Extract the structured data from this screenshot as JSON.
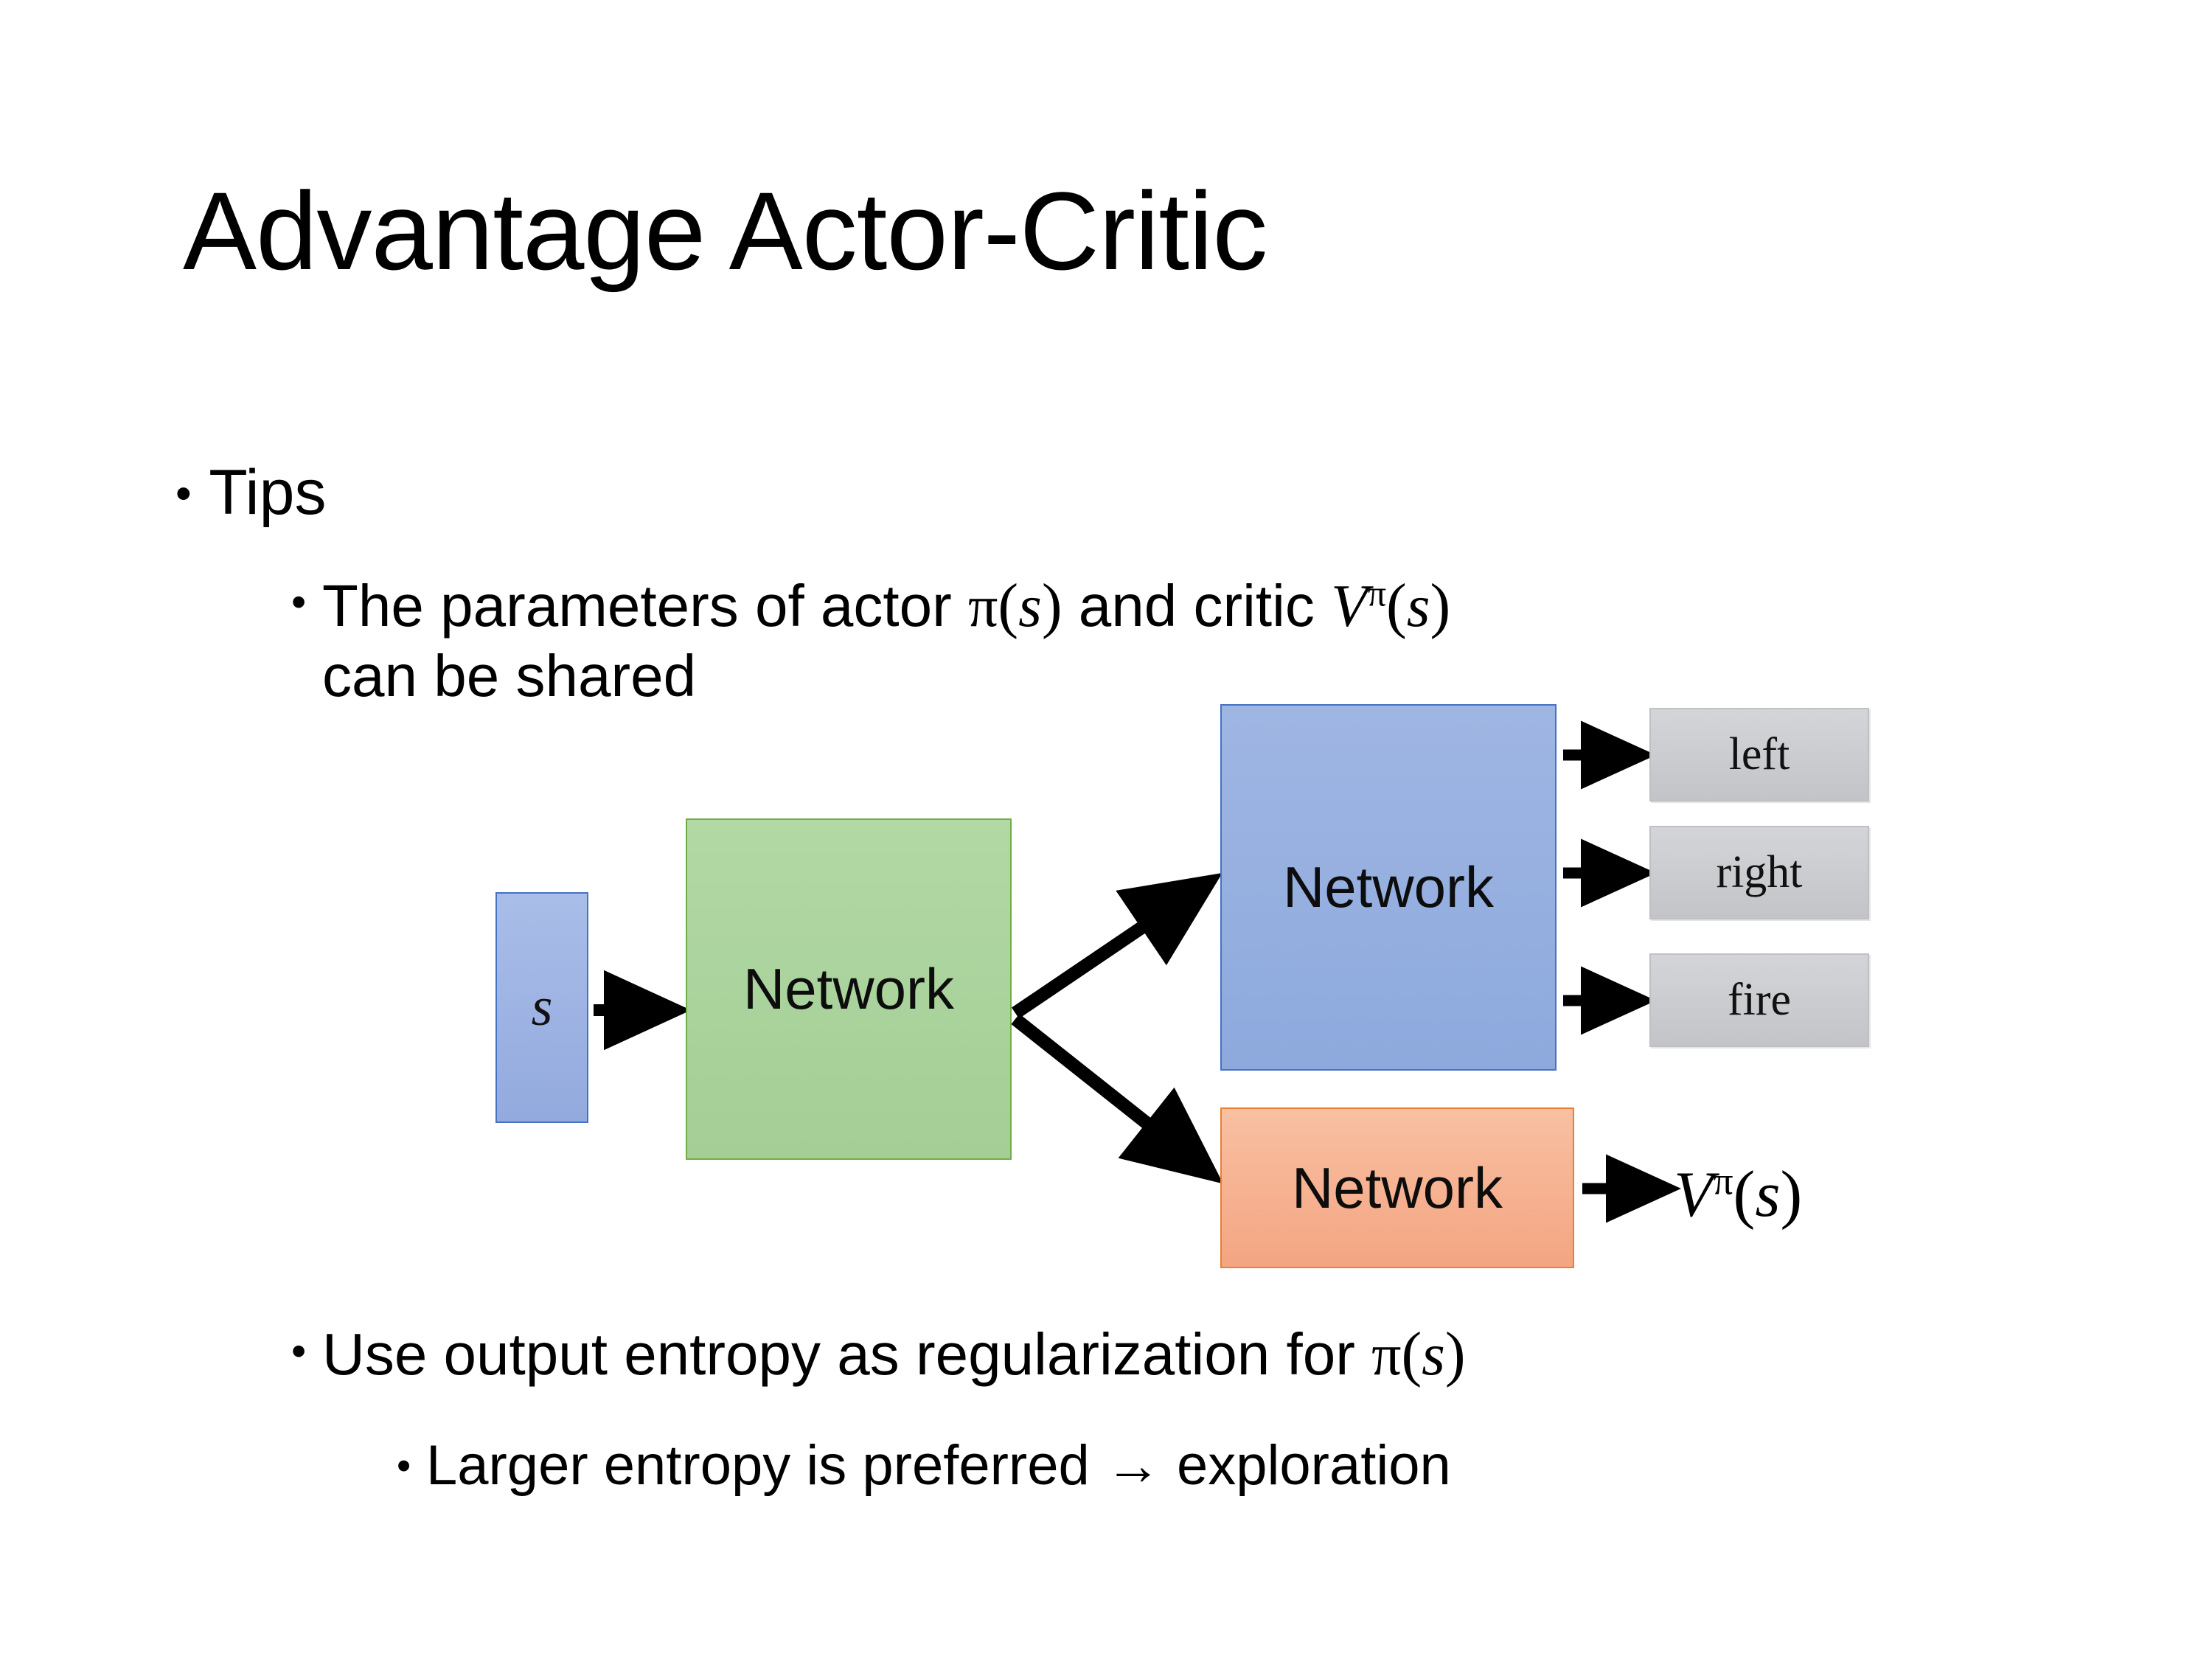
{
  "slide": {
    "title": "Advantage Actor-Critic",
    "background_color": "#ffffff"
  },
  "bullets": {
    "tips": {
      "marker": "•",
      "text": "Tips"
    },
    "shared_parameters": {
      "marker": "•",
      "line1_prefix": "The parameters of actor ",
      "pi": "π",
      "paren_open": "(",
      "s": "s",
      "paren_close": ")",
      "line1_middle": "  and critic ",
      "V": "V",
      "pi_sup": "π",
      "line2": "can be shared"
    },
    "entropy": {
      "marker": "•",
      "text_prefix": "Use output entropy as regularization for ",
      "pi": "π",
      "paren_open": "(",
      "s": "s",
      "paren_close": ")"
    },
    "larger_entropy": {
      "marker": "•",
      "text": "Larger entropy is preferred → exploration"
    }
  },
  "diagram": {
    "state_node": {
      "label": "s",
      "fill": "#9db4e0",
      "border": "#4472c4"
    },
    "shared_network": {
      "label": "Network",
      "fill": "#a9d18e",
      "border": "#70ad47"
    },
    "actor_network": {
      "label": "Network",
      "fill": "#9db4e0",
      "border": "#4472c4"
    },
    "critic_network": {
      "label": "Network",
      "fill": "#f4b183",
      "border": "#ed7d31"
    },
    "actions": [
      {
        "label": "left",
        "fill": "#cacccf"
      },
      {
        "label": "right",
        "fill": "#cacccf"
      },
      {
        "label": "fire",
        "fill": "#cacccf"
      }
    ],
    "critic_output": {
      "V": "V",
      "pi_sup": "π",
      "paren_open": "(",
      "s": "s",
      "paren_close": ")"
    },
    "arrow_color": "#000000"
  }
}
